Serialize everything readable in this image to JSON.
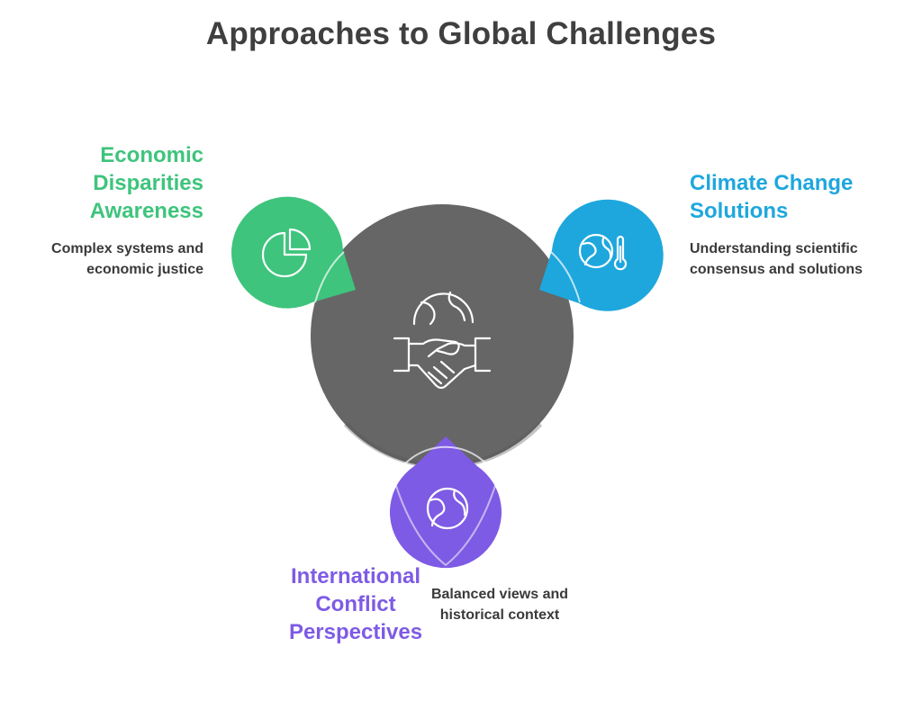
{
  "title": "Approaches to Global Challenges",
  "center": {
    "icon": "globe-handshake-icon",
    "color": "#666666"
  },
  "items": [
    {
      "id": "economic",
      "heading_lines": [
        "Economic",
        "Disparities",
        "Awareness"
      ],
      "description_lines": [
        "Complex systems and",
        "economic justice"
      ],
      "icon": "pie-chart-icon",
      "color": "#3ec47c"
    },
    {
      "id": "climate",
      "heading_lines": [
        "Climate Change",
        "Solutions"
      ],
      "description_lines": [
        "Understanding scientific",
        "consensus and solutions"
      ],
      "icon": "globe-thermometer-icon",
      "color": "#1ea7dd"
    },
    {
      "id": "conflict",
      "heading_lines": [
        "International",
        "Conflict",
        "Perspectives"
      ],
      "description_lines": [
        "Balanced views and",
        "historical context"
      ],
      "icon": "globe-icon",
      "color": "#7e5be4"
    }
  ]
}
